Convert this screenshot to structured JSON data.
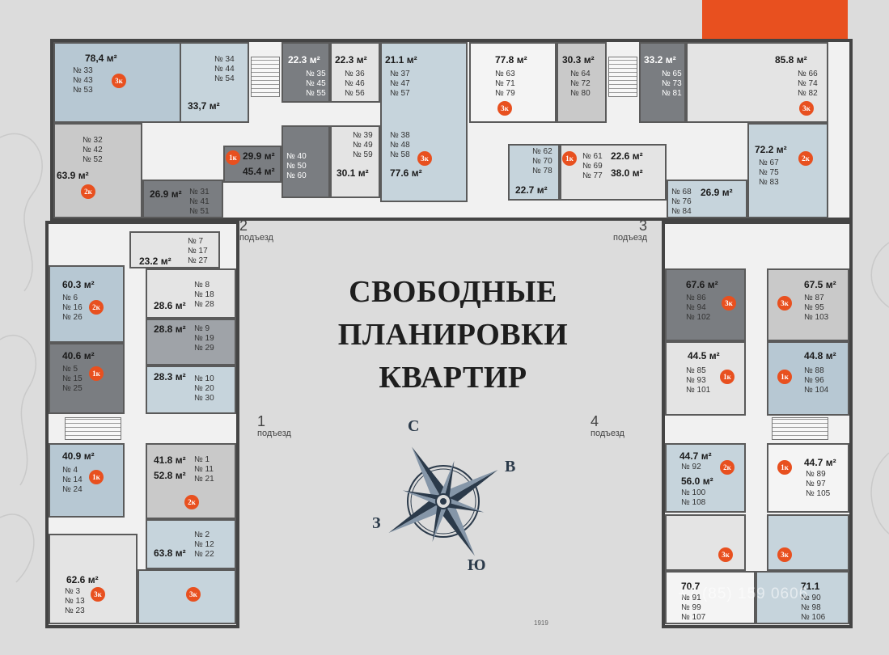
{
  "title": {
    "line1": "СВОБОДНЫЕ",
    "line2": "ПЛАНИРОВКИ",
    "line3": "КВАРТИР"
  },
  "colors": {
    "accent": "#e8501f",
    "badge": "#e8501f",
    "compass": "#2b3a4a",
    "background": "#dcdcdc"
  },
  "entrances": [
    {
      "number": "1",
      "label": "подъезд"
    },
    {
      "number": "2",
      "label": "подъезд"
    },
    {
      "number": "3",
      "label": "подъезд"
    },
    {
      "number": "4",
      "label": "подъезд"
    }
  ],
  "compass": {
    "north": "С",
    "east": "В",
    "south": "Ю",
    "west": "З",
    "icon": "compass-rose-icon"
  },
  "watermark": "+7 (85) 159 0606",
  "floor_label": "1919",
  "apartments": [
    {
      "area": "78,4 м²",
      "nums": [
        "№ 33",
        "№ 43",
        "№ 53"
      ],
      "rooms": "3к"
    },
    {
      "area": "",
      "nums": [
        "№ 34",
        "№ 44",
        "№ 54"
      ],
      "rooms": ""
    },
    {
      "area": "33,7 м²",
      "nums": [],
      "rooms": ""
    },
    {
      "area": "22.3 м²",
      "nums": [
        "№ 35",
        "№ 45",
        "№ 55"
      ],
      "rooms": ""
    },
    {
      "area": "22.3 м²",
      "nums": [
        "№ 36",
        "№ 46",
        "№ 56"
      ],
      "rooms": ""
    },
    {
      "area": "21.1 м²",
      "nums": [
        "№ 37",
        "№ 47",
        "№ 57"
      ],
      "rooms": ""
    },
    {
      "area": "77.8 м²",
      "nums": [
        "№ 63",
        "№ 71",
        "№ 79"
      ],
      "rooms": "3к"
    },
    {
      "area": "30.3 м²",
      "nums": [
        "№ 64",
        "№ 72",
        "№ 80"
      ],
      "rooms": ""
    },
    {
      "area": "33.2 м²",
      "nums": [
        "№ 65",
        "№ 73",
        "№ 81"
      ],
      "rooms": ""
    },
    {
      "area": "85.8 м²",
      "nums": [
        "№ 66",
        "№ 74",
        "№ 82"
      ],
      "rooms": "3к"
    },
    {
      "area": "63.9 м²",
      "nums": [
        "№ 32",
        "№ 42",
        "№ 52"
      ],
      "rooms": "2к"
    },
    {
      "area": "29.9 м²",
      "nums": [],
      "rooms": "1к"
    },
    {
      "area": "45.4 м²",
      "nums": [],
      "rooms": ""
    },
    {
      "area": "",
      "nums": [
        "№ 40",
        "№ 50",
        "№ 60"
      ],
      "rooms": ""
    },
    {
      "area": "30.1 м²",
      "nums": [
        "№ 39",
        "№ 49",
        "№ 59"
      ],
      "rooms": ""
    },
    {
      "area": "77.6 м²",
      "nums": [
        "№ 38",
        "№ 48",
        "№ 58"
      ],
      "rooms": "3к"
    },
    {
      "area": "22.7 м²",
      "nums": [
        "№ 62",
        "№ 70",
        "№ 78"
      ],
      "rooms": ""
    },
    {
      "area": "22.6 м²",
      "nums": [
        "№ 61",
        "№ 69",
        "№ 77"
      ],
      "rooms": "1к"
    },
    {
      "area": "38.0 м²",
      "nums": [],
      "rooms": ""
    },
    {
      "area": "72.2 м²",
      "nums": [
        "№ 67",
        "№ 75",
        "№ 83"
      ],
      "rooms": "2к"
    },
    {
      "area": "26.9 м²",
      "nums": [
        "№ 31",
        "№ 41",
        "№ 51"
      ],
      "rooms": ""
    },
    {
      "area": "26.9 м²",
      "nums": [
        "№ 68",
        "№ 76",
        "№ 84"
      ],
      "rooms": ""
    },
    {
      "area": "23.2 м²",
      "nums": [
        "№ 7",
        "№ 17",
        "№ 27"
      ],
      "rooms": ""
    },
    {
      "area": "60.3 м²",
      "nums": [
        "№ 6",
        "№ 16",
        "№ 26"
      ],
      "rooms": "2к"
    },
    {
      "area": "28.6 м²",
      "nums": [
        "№ 8",
        "№ 18",
        "№ 28"
      ],
      "rooms": ""
    },
    {
      "area": "28.8 м²",
      "nums": [
        "№ 9",
        "№ 19",
        "№ 29"
      ],
      "rooms": ""
    },
    {
      "area": "40.6 м²",
      "nums": [
        "№ 5",
        "№ 15",
        "№ 25"
      ],
      "rooms": "1к"
    },
    {
      "area": "28.3 м²",
      "nums": [
        "№ 10",
        "№ 20",
        "№ 30"
      ],
      "rooms": ""
    },
    {
      "area": "67.6 м²",
      "nums": [
        "№ 86",
        "№ 94",
        "№ 102"
      ],
      "rooms": "3к"
    },
    {
      "area": "67.5 м²",
      "nums": [
        "№ 87",
        "№ 95",
        "№ 103"
      ],
      "rooms": "3к"
    },
    {
      "area": "44.5 м²",
      "nums": [
        "№ 85",
        "№ 93",
        "№ 101"
      ],
      "rooms": "1к"
    },
    {
      "area": "44.8 м²",
      "nums": [
        "№ 88",
        "№ 96",
        "№ 104"
      ],
      "rooms": "1к"
    },
    {
      "area": "40.9 м²",
      "nums": [
        "№ 4",
        "№ 14",
        "№ 24"
      ],
      "rooms": "1к"
    },
    {
      "area": "41.8 м²",
      "nums": [
        "№ 1",
        "№ 11",
        "№ 21"
      ],
      "rooms": ""
    },
    {
      "area": "52.8 м²",
      "nums": [],
      "rooms": "2к"
    },
    {
      "area": "63.8 м²",
      "nums": [
        "№ 2",
        "№ 12",
        "№ 22"
      ],
      "rooms": ""
    },
    {
      "area": "62.6 м²",
      "nums": [
        "№ 3",
        "№ 13",
        "№ 23"
      ],
      "rooms": "3к"
    },
    {
      "area": "",
      "nums": [],
      "rooms": "3к"
    },
    {
      "area": "44.7 м²",
      "nums": [
        "№ 92"
      ],
      "rooms": "2к"
    },
    {
      "area": "56.0 м²",
      "nums": [
        "№ 100",
        "№ 108"
      ],
      "rooms": ""
    },
    {
      "area": "44.7 м²",
      "nums": [
        "№ 89",
        "№ 97",
        "№ 105"
      ],
      "rooms": "1к"
    },
    {
      "area": "",
      "nums": [],
      "rooms": "3к"
    },
    {
      "area": "",
      "nums": [],
      "rooms": "3к"
    },
    {
      "area": "70.7",
      "nums": [
        "№ 91",
        "№ 99",
        "№ 107"
      ],
      "rooms": ""
    },
    {
      "area": "71.1",
      "nums": [
        "№ 90",
        "№ 98",
        "№ 106"
      ],
      "rooms": ""
    }
  ]
}
